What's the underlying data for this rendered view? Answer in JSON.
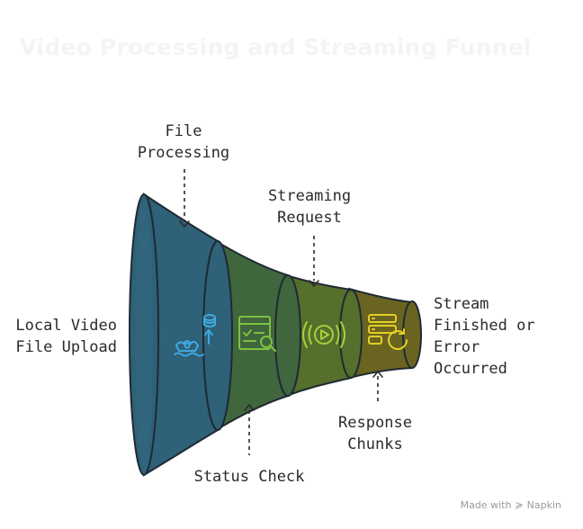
{
  "title": "Video Processing and Streaming Funnel",
  "stages": [
    {
      "label": "Local Video File Upload",
      "lines": [
        "Local Video",
        "File Upload"
      ],
      "color": "#2f6178",
      "icon": "upload-data-icon"
    },
    {
      "label": "File Processing",
      "lines": [
        "File",
        "Processing"
      ],
      "color": "#436b3a",
      "icon": "file-inspect-icon"
    },
    {
      "label": "Streaming Request",
      "lines": [
        "Streaming",
        "Request"
      ],
      "color": "#5c7a2b",
      "icon": "stream-play-icon"
    },
    {
      "label": "Status Check",
      "lines": [
        "Status Check"
      ],
      "color": "#6b6420",
      "icon": "server-refresh-icon"
    },
    {
      "label": "Response Chunks",
      "lines": [
        "Response",
        "Chunks"
      ]
    },
    {
      "label": "Stream Finished or Error Occurred",
      "lines": [
        "Stream",
        "Finished or",
        "Error",
        "Occurred"
      ]
    }
  ],
  "labels": {
    "local_upload": [
      "Local Video",
      "File Upload"
    ],
    "file_processing": [
      "File",
      "Processing"
    ],
    "streaming_request": [
      "Streaming",
      "Request"
    ],
    "status_check": [
      "Status Check"
    ],
    "response_chunks": [
      "Response",
      "Chunks"
    ],
    "stream_finished": [
      "Stream",
      "Finished or",
      "Error",
      "Occurred"
    ]
  },
  "colors": {
    "segment_1": "#2f6178",
    "segment_2": "#40663d",
    "segment_3": "#556f2c",
    "segment_4": "#6a6420",
    "icon_blue": "#3fa9e0",
    "icon_green": "#7cc242",
    "icon_lime": "#a6d13a",
    "icon_yellow": "#e3cf25",
    "outline": "#1f2a33"
  },
  "watermark": {
    "text": "Made with",
    "brand": "Napkin"
  }
}
